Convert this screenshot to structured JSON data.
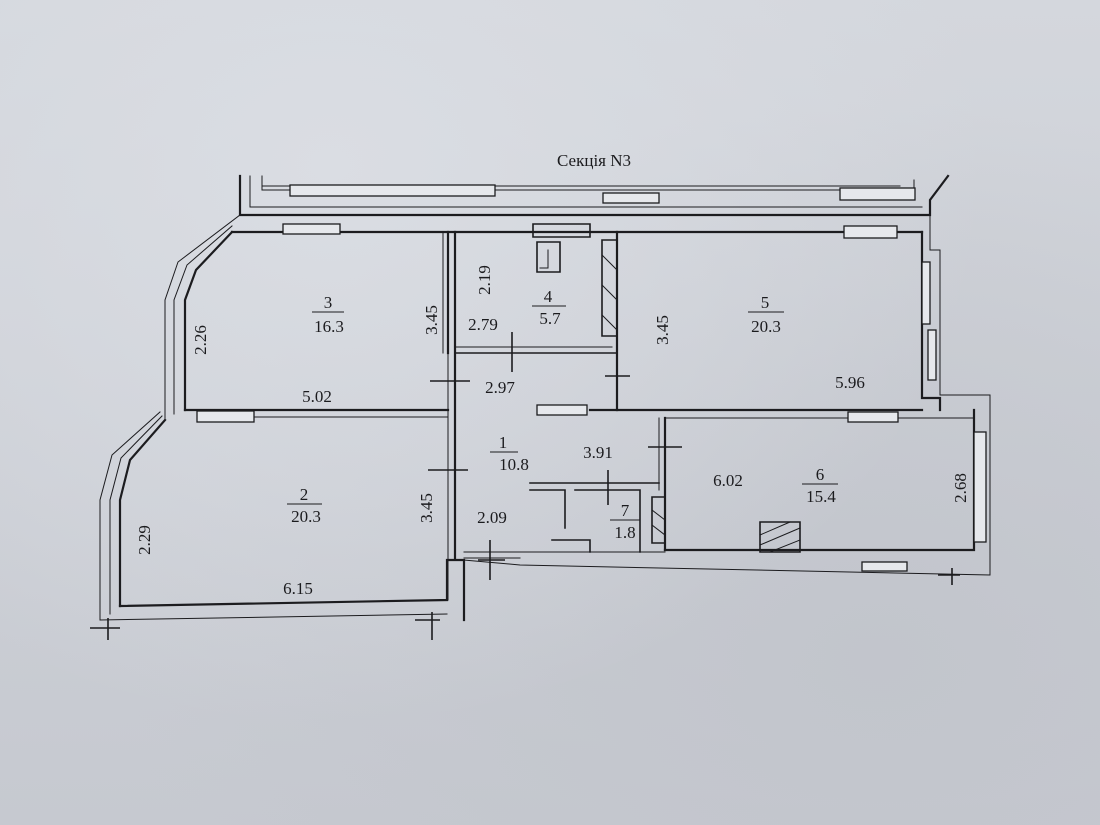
{
  "title": "Секція N3",
  "rooms": [
    {
      "id": "1",
      "area": "10.8"
    },
    {
      "id": "2",
      "area": "20.3"
    },
    {
      "id": "3",
      "area": "16.3"
    },
    {
      "id": "4",
      "area": "5.7"
    },
    {
      "id": "5",
      "area": "20.3"
    },
    {
      "id": "6",
      "area": "15.4"
    },
    {
      "id": "7",
      "area": "1.8"
    }
  ],
  "dimensions": [
    "2.19",
    "2.26",
    "3.45",
    "2.79",
    "3.45",
    "5.02",
    "2.97",
    "5.96",
    "3.91",
    "6.02",
    "2.68",
    "2.29",
    "3.45",
    "2.09",
    "6.15"
  ],
  "colors": {
    "paper": "#c9ccd3",
    "ink": "#1c1c1f"
  }
}
